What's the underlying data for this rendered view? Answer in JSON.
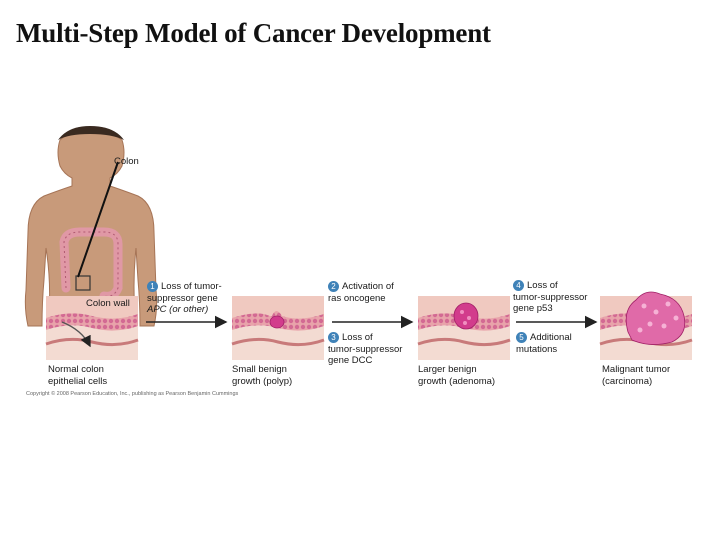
{
  "title": "Multi-Step Model of Cancer Development",
  "labels": {
    "colon": "Colon",
    "colon_wall": "Colon wall",
    "normal_cells": [
      "Normal colon",
      "epithelial cells"
    ],
    "polyp": [
      "Small benign",
      "growth (polyp)"
    ],
    "adenoma": [
      "Larger benign",
      "growth (adenoma)"
    ],
    "carcinoma": [
      "Malignant tumor",
      "(carcinoma)"
    ]
  },
  "steps": [
    {
      "num": "1",
      "lines": [
        "Loss of tumor-",
        "suppressor gene",
        "APC (or other)"
      ]
    },
    {
      "num": "2",
      "lines": [
        "Activation of",
        "ras oncogene"
      ]
    },
    {
      "num": "3",
      "lines": [
        "Loss of",
        "tumor-suppressor",
        "gene DCC"
      ]
    },
    {
      "num": "4",
      "lines": [
        "Loss of",
        "tumor-suppressor",
        "gene p53"
      ]
    },
    {
      "num": "5",
      "lines": [
        "Additional",
        "mutations"
      ]
    }
  ],
  "copyright": "Copyright © 2008 Pearson Education, Inc., publishing as Pearson Benjamin Cummings"
}
